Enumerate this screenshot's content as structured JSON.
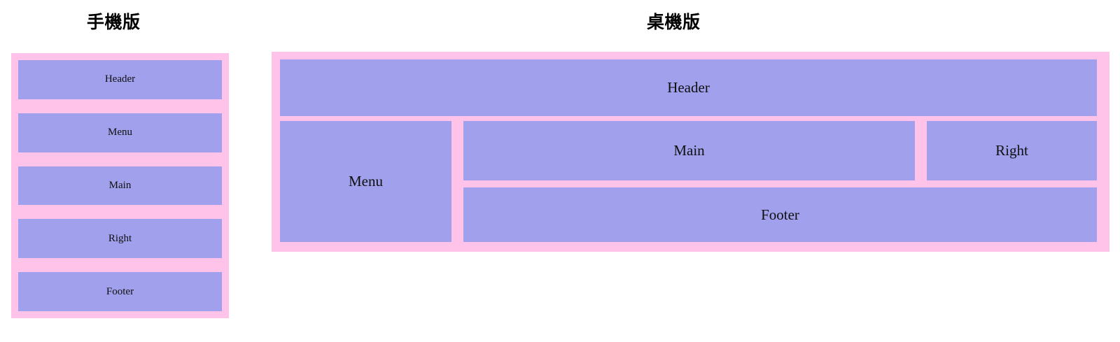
{
  "page": {
    "background_color": "#ffffff",
    "cell_color": "#a0a0ec",
    "container_color": "#ffc2e8",
    "text_color": "#101010"
  },
  "mobile": {
    "title": "手機版",
    "cells": [
      {
        "label": "Header"
      },
      {
        "label": "Menu"
      },
      {
        "label": "Main"
      },
      {
        "label": "Right"
      },
      {
        "label": "Footer"
      }
    ]
  },
  "desktop": {
    "title": "桌機版",
    "cells": {
      "header": "Header",
      "menu": "Menu",
      "main": "Main",
      "right": "Right",
      "footer": "Footer"
    }
  }
}
